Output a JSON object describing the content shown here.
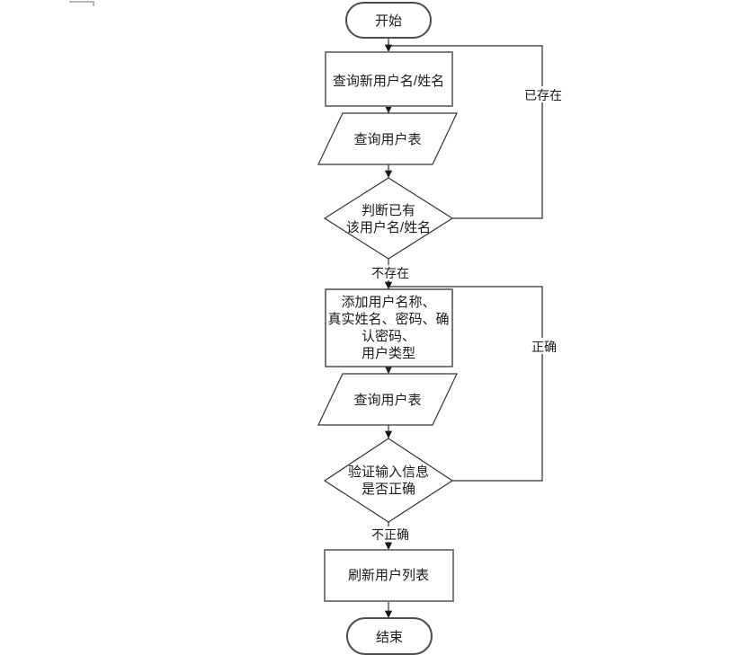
{
  "flowchart": {
    "nodes": {
      "start": {
        "label": "开始"
      },
      "query_new_user": {
        "label": "查询新用户名/姓名"
      },
      "query_user_table_1": {
        "label": "查询用户表"
      },
      "check_existing": {
        "label_line1": "判断已有",
        "label_line2": "该用户名/姓名"
      },
      "add_user_info": {
        "label_line1": "添加用户名称、",
        "label_line2": "真实姓名、密码、确",
        "label_line3": "认密码、",
        "label_line4": "用户类型"
      },
      "query_user_table_2": {
        "label": "查询用户表"
      },
      "validate_input": {
        "label_line1": "验证输入信息",
        "label_line2": "是否正确"
      },
      "refresh_user_list": {
        "label": "刷新用户列表"
      },
      "end": {
        "label": "结束"
      }
    },
    "edge_labels": {
      "already_exists": "已存在",
      "not_exists": "不存在",
      "correct": "正确",
      "incorrect": "不正确"
    },
    "colors": {
      "background": "#ffffff",
      "line": "#2b2b2b",
      "text": "#1a1a1a",
      "shape_fill": "#ffffff",
      "process_border": "#7d7d7d",
      "terminal_border": "#4d4d4d",
      "thin_border": "#333333",
      "artifact_gray": "#b8b8b8"
    }
  }
}
